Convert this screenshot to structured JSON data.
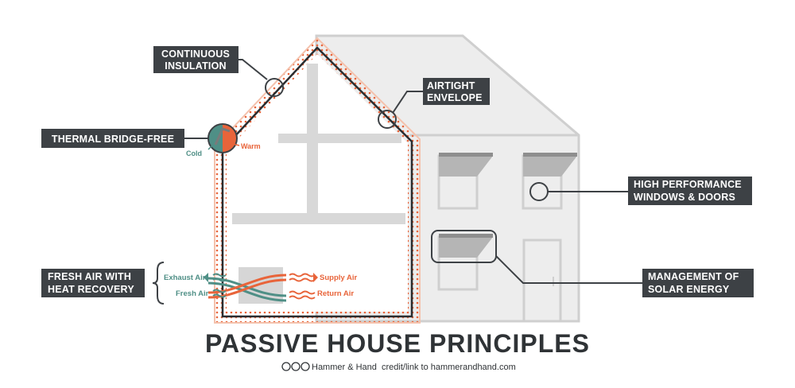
{
  "title": "PASSIVE HOUSE PRINCIPLES",
  "credit": {
    "author": "Hammer & Hand",
    "link_text": "credit/link to hammerandhand.com"
  },
  "labels": {
    "continuous_insulation": [
      "CONTINUOUS",
      "INSULATION"
    ],
    "airtight_envelope": [
      "AIRTIGHT",
      "ENVELOPE"
    ],
    "thermal_bridge_free": [
      "THERMAL BRIDGE-FREE"
    ],
    "fresh_air_heat_recovery": [
      "FRESH AIR WITH",
      "HEAT RECOVERY"
    ],
    "high_performance_windows": [
      "HIGH PERFORMANCE",
      "WINDOWS & DOORS"
    ],
    "solar_energy": [
      "MANAGEMENT OF",
      "SOLAR ENERGY"
    ]
  },
  "thermal_detail": {
    "cold": "Cold",
    "warm": "Warm"
  },
  "ventilation": {
    "exhaust_air": "Exhaust Air",
    "fresh_air": "Fresh Air",
    "supply_air": "Supply Air",
    "return_air": "Return Air"
  },
  "colors": {
    "label_bg": "#3d4145",
    "house_fill": "#ededed",
    "house_stroke": "#cfcfcf",
    "insulation": "#e8643a",
    "teal": "#4f8f86",
    "envelope_line": "#2a2d30"
  }
}
